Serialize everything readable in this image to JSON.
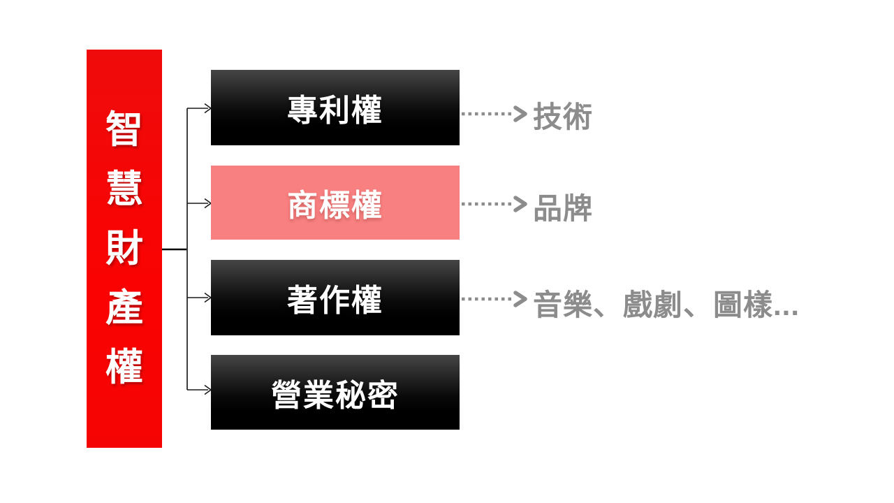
{
  "slide": {
    "background_color": "#FFFFFF",
    "root": {
      "label": "智慧財產權",
      "chars": [
        "智",
        "慧",
        "財",
        "產",
        "權"
      ],
      "fill_color": "#F50505",
      "text_color": "#FFFFFF"
    },
    "nodes": [
      {
        "label": "專利權",
        "variant": "black",
        "annotation": "技術"
      },
      {
        "label": "商標權",
        "variant": "pink",
        "annotation": "品牌"
      },
      {
        "label": "著作權",
        "variant": "black",
        "annotation": "音樂、戲劇、圖樣..."
      },
      {
        "label": "營業秘密",
        "variant": "black",
        "annotation": ""
      }
    ],
    "colors": {
      "node_black_top": "#464646",
      "node_black_bottom": "#000000",
      "node_pink": "#F88080",
      "node_text": "#FFFFFF",
      "annotation_gray": "#8C8C8C",
      "connector_black": "#1A1A1A",
      "trunk_gray": "#3F3F3F"
    }
  }
}
